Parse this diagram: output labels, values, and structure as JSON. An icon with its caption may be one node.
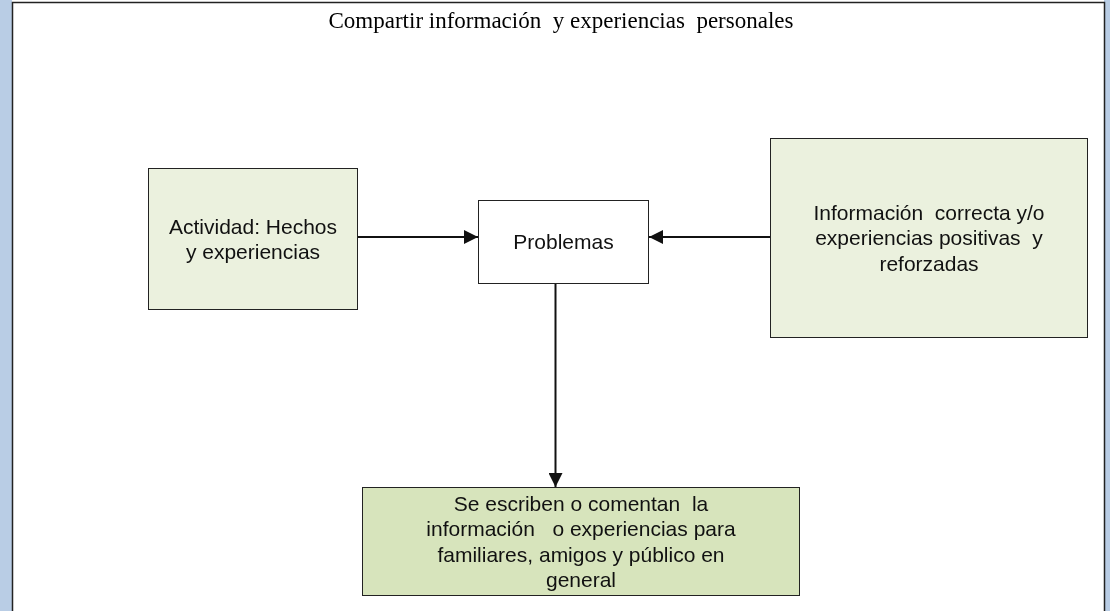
{
  "diagram": {
    "title": "Compartir información  y experiencias  personales",
    "nodes": [
      {
        "text": [
          "Actividad: Hechos y experiencias"
        ]
      },
      {
        "text": [
          "Problemas"
        ]
      },
      {
        "text": [
          "Información  correcta y/o experiencias positivas  y reforzadas"
        ]
      },
      {
        "text": [
          "Se escriben o comentan  la información   o experiencias para familiares, amigos y público en general"
        ]
      }
    ],
    "edges": [
      {
        "from": 0,
        "to": 1,
        "arrow": "to"
      },
      {
        "from": 2,
        "to": 1,
        "arrow": "to"
      },
      {
        "from": 1,
        "to": 3,
        "arrow": "to"
      }
    ]
  }
}
